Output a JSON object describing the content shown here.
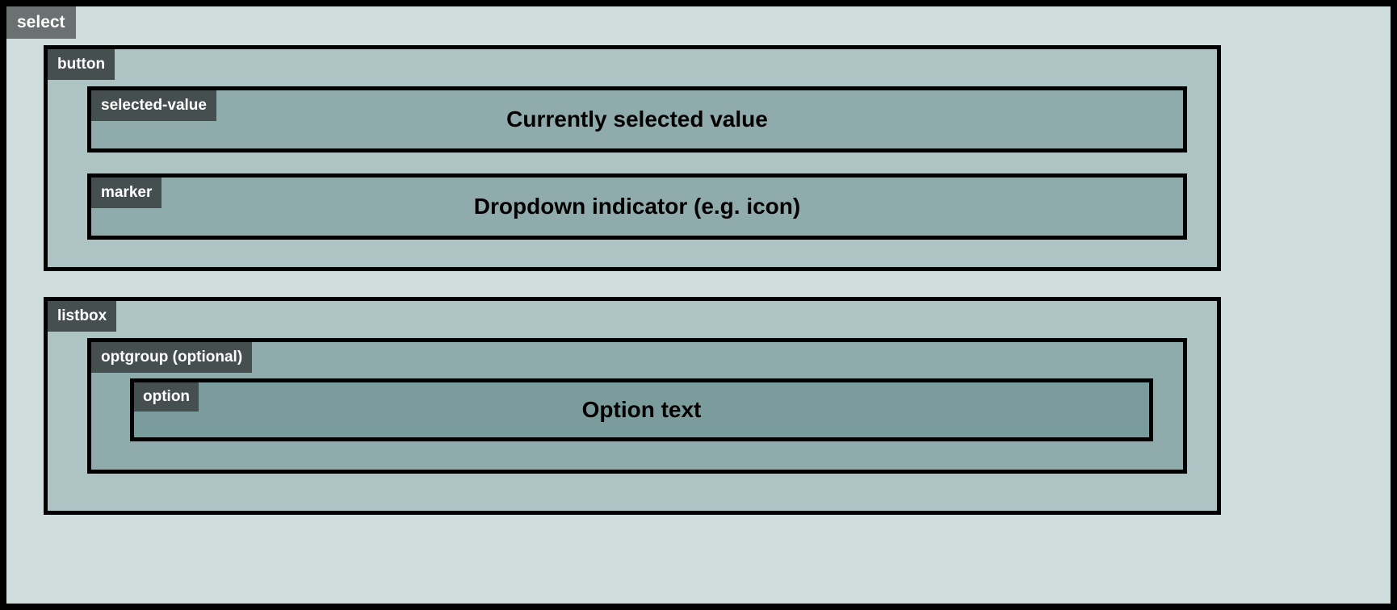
{
  "diagram": {
    "title": "select",
    "root": {
      "label": "select",
      "children": [
        {
          "label": "button",
          "children": [
            {
              "label": "selected-value",
              "caption": "Currently selected value"
            },
            {
              "label": "marker",
              "caption": "Dropdown indicator (e.g. icon)"
            }
          ]
        },
        {
          "label": "listbox",
          "children": [
            {
              "label": "optgroup (optional)",
              "children": [
                {
                  "label": "option",
                  "caption": "Option text"
                }
              ]
            }
          ]
        }
      ]
    }
  },
  "labels": {
    "select": "select",
    "button": "button",
    "selected_value": "selected-value",
    "marker": "marker",
    "listbox": "listbox",
    "optgroup": "optgroup (optional)",
    "option": "option"
  },
  "captions": {
    "selected_value": "Currently selected value",
    "marker": "Dropdown indicator (e.g. icon)",
    "option": "Option text"
  },
  "colors": {
    "page_background": "#000000",
    "level1_fill": "#cfdcdc",
    "level2_fill": "#aec4c4",
    "level3_fill": "#8fabab",
    "level4_fill": "#7b9c9c",
    "border": "#000000",
    "tag_root": "#6b7070",
    "tag_nested": "#454f4f",
    "tag_text": "#ffffff",
    "caption_text": "#000000"
  }
}
